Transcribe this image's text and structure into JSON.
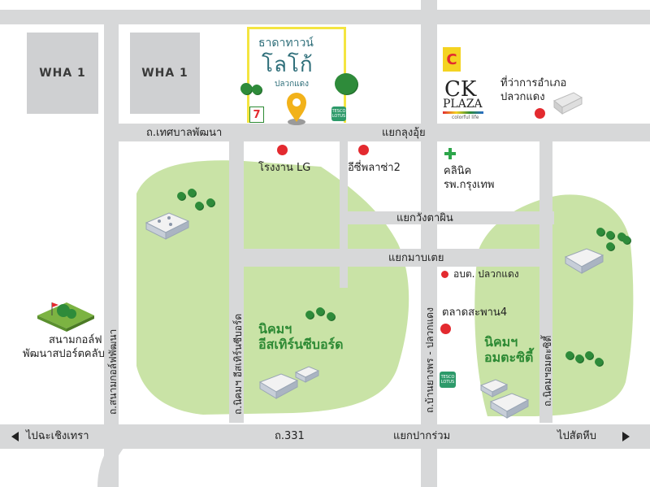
{
  "blocks": {
    "wha1_left": "WHA 1",
    "wha1_right": "WHA  1"
  },
  "project": {
    "name_line1": "ธาดาทาวน์",
    "name_line2": "โลโก้",
    "name_line3": "ปลวกแดง",
    "color": "#f4e541"
  },
  "landmarks": {
    "lg_factory": "โรงงาน LG",
    "easy_plaza": "อีซี่พลาซ่า2",
    "clinic_line1": "คลินิค",
    "clinic_line2": "รพ.กรุงเทพ",
    "district_line1": "ที่ว่าการอำเภอ",
    "district_line2": "ปลวกแดง",
    "ck_plaza": "CK",
    "ck_plaza_2": "PLAZA",
    "ck_tagline": "colorful life",
    "bigc": "C",
    "sao": "อบต. ปลวกแดง",
    "market": "ตลาดสะพาน4",
    "golf_line1": "สนามกอล์ฟ",
    "golf_line2": "พัฒนาสปอร์ตคลับ",
    "seven": "7",
    "tesco": "TESCO LOTUS"
  },
  "estates": {
    "eastern_line1": "นิคมฯ",
    "eastern_line2": "อีสเทิร์นซีบอร์ด",
    "amata_line1": "นิคมฯ",
    "amata_line2": "อมตะซิตี้"
  },
  "roads": {
    "thesaban": "ถ.เทศบาลพัฒนา",
    "lung_yaek": "แยกลุงอุ้ย",
    "wang_ta_phin": "แยกวังตาผิน",
    "ma_pa_toei": "แยกมาบเตย",
    "road_331": "ถ.331",
    "pak_ruam": "แยกปากร่วม",
    "to_chachoengsao": "ไปฉะเชิงเทรา",
    "to_sattahip": "ไปสัตหีบ",
    "golf_road": "ถ.สนามกอล์ฟพัฒนา",
    "eastern_road": "ถ.นิคมฯ อีสเทิร์นซีบอร์ด",
    "ban_yang_road": "ถ.บ้านยางพร - ปลวกแดง",
    "amata_road": "ถ.นิคมฯอมตะซิตี้"
  },
  "colors": {
    "road": "#d7d8d9",
    "zone": "#c9e3a6",
    "pin": "#e32a2f",
    "text_green": "#2d8a34",
    "map_pin": "#f2b21a"
  }
}
